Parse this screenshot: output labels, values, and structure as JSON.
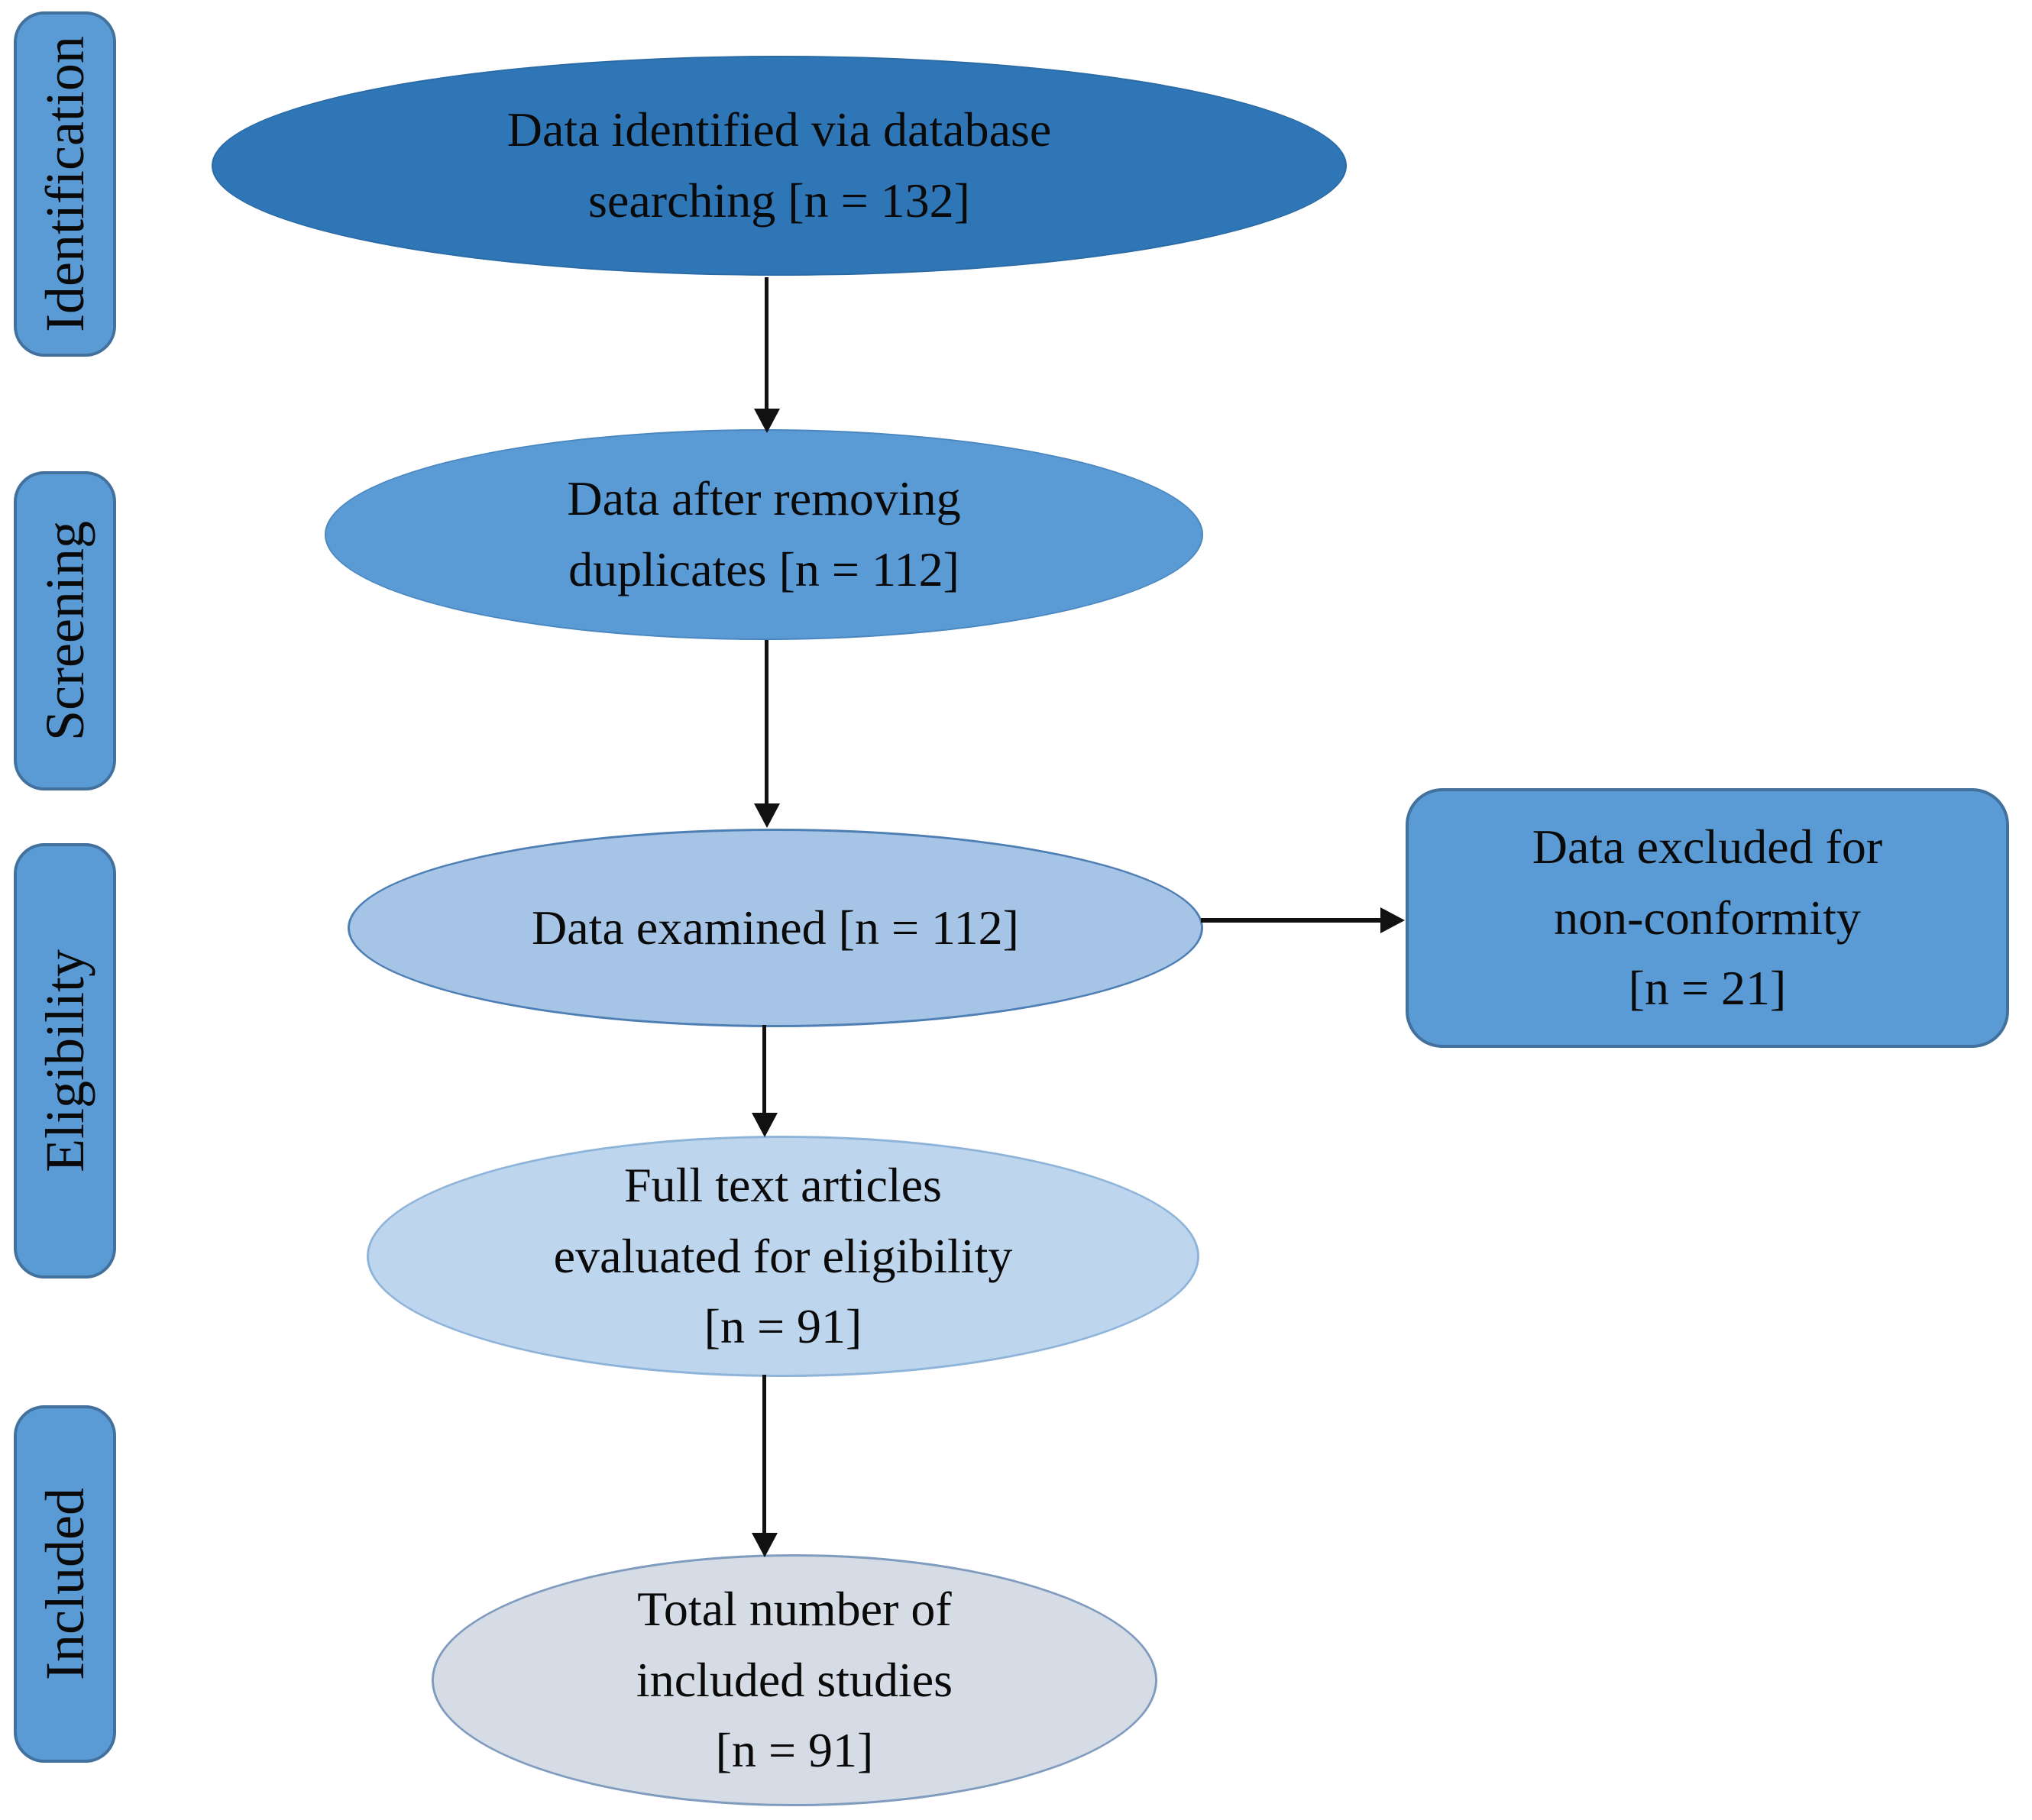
{
  "diagram": {
    "stages": [
      {
        "label": "Identification"
      },
      {
        "label": "Screening"
      },
      {
        "label": "Eligibility"
      },
      {
        "label": "Included"
      }
    ],
    "nodes": {
      "identified": {
        "text": "Data identified via database\nsearching [n = 132]",
        "count": 132,
        "fill": "#2f76b7"
      },
      "deduplicated": {
        "text": "Data after removing\nduplicates [n = 112]",
        "count": 112,
        "fill": "#5b9bd5"
      },
      "examined": {
        "text": "Data examined [n = 112]",
        "count": 112,
        "fill": "#a6c4e6"
      },
      "fulltext": {
        "text": "Full text articles\nevaluated for eligibility\n[n = 91]",
        "count": 91,
        "fill": "#bdd6ee"
      },
      "included": {
        "text": "Total number of\nincluded studies\n[n = 91]",
        "count": 91,
        "fill": "#d6dce5"
      },
      "excluded": {
        "text": "Data excluded for\nnon-conformity\n[n = 21]",
        "count": 21,
        "fill": "#5b9bd5"
      }
    },
    "colors": {
      "stage_fill": "#5b9bd5",
      "stage_border": "#41719c",
      "arrow": "#111111",
      "text": "#0a0a0a",
      "background": "#ffffff"
    }
  }
}
